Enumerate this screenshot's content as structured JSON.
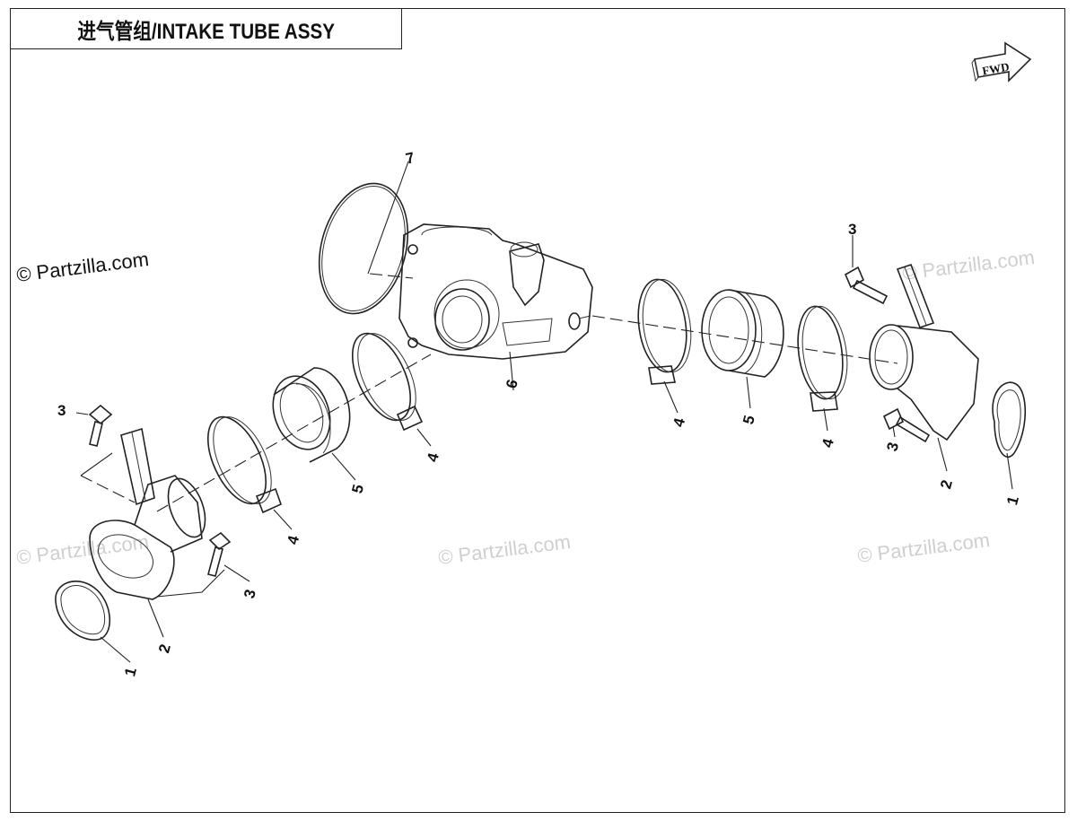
{
  "title": "进气管组/INTAKE TUBE ASSY",
  "fwd_label": "FWD",
  "watermark": "© Partzilla.com",
  "callouts": {
    "c7": "7",
    "c6": "6",
    "c5a": "5",
    "c5b": "5",
    "c4a": "4",
    "c4b": "4",
    "c4c": "4",
    "c4d": "4",
    "c3a": "3",
    "c3b": "3",
    "c3c": "3",
    "c3d": "3",
    "c2a": "2",
    "c2b": "2",
    "c1a": "1",
    "c1b": "1"
  },
  "colors": {
    "line": "#222222",
    "watermark": "#cfcfcf",
    "background": "#ffffff"
  }
}
